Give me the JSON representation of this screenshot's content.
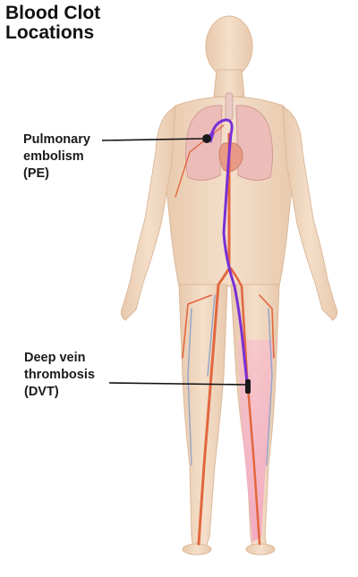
{
  "title": {
    "line1": "Blood Clot",
    "line2": "Locations"
  },
  "labels": {
    "pe": {
      "line1": "Pulmonary",
      "line2": "embolism",
      "line3": "(PE)"
    },
    "dvt": {
      "line1": "Deep vein",
      "line2": "thrombosis",
      "line3": "(DVT)"
    }
  },
  "colors": {
    "skin": "#f1d9c3",
    "skin_shade": "#e4c4a7",
    "lungs": "#e9b9b6",
    "artery": "#e2673f",
    "vein": "#6f8fc0",
    "clot_path": "#7b2fd6",
    "leg_highlight": "#f2a9c4",
    "clot": "#1a1a1a"
  }
}
